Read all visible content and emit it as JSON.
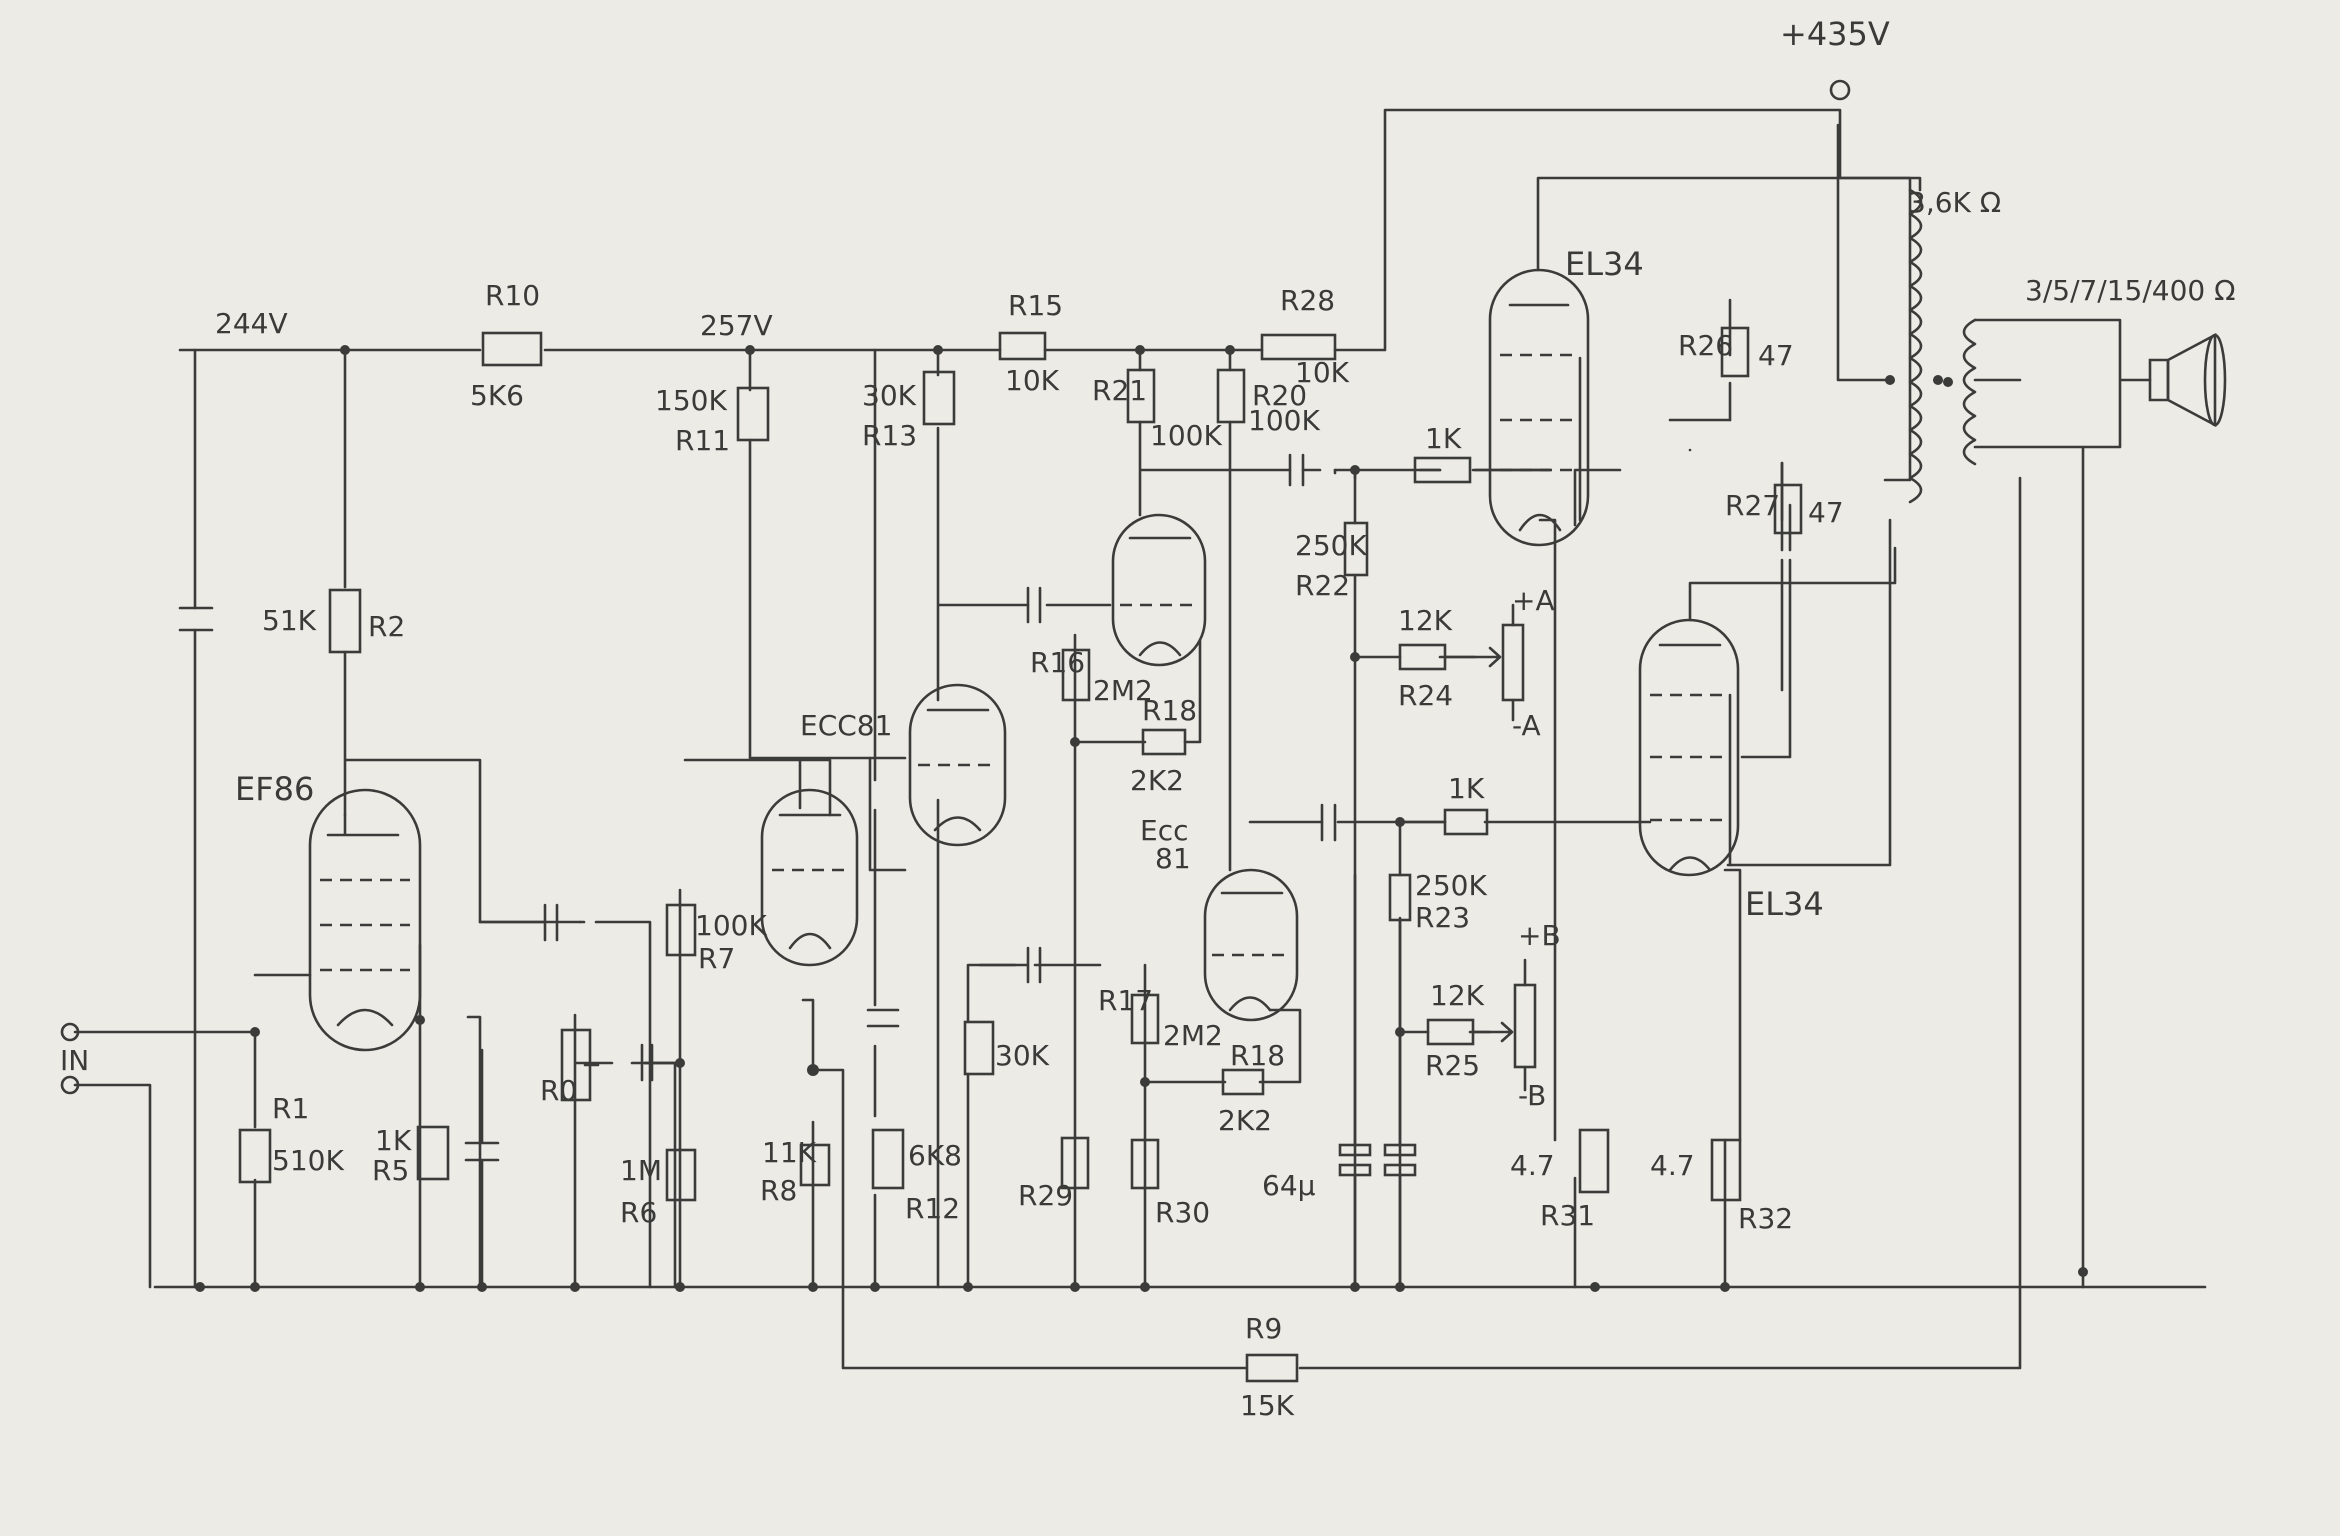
{
  "supply": {
    "hv": "+435V",
    "n244": "244V",
    "n257": "257V"
  },
  "input": {
    "label": "IN"
  },
  "tubes": {
    "ef86": "EF86",
    "ecc81_a": "ECC81",
    "ecc81_b": "Ecc",
    "ecc81_b_num": "81",
    "el34_top": "EL34",
    "el34_bot": "EL34"
  },
  "resistors": {
    "r10": {
      "ref": "R10",
      "value": "5K6"
    },
    "r2": {
      "ref": "R2",
      "value": "51K"
    },
    "r1": {
      "ref": "R1",
      "value": "510K"
    },
    "r5": {
      "ref": "R5",
      "value": "1K"
    },
    "r0": {
      "ref": "R0"
    },
    "r11": {
      "ref": "R11",
      "value": "150K"
    },
    "r7": {
      "ref": "R7",
      "value": "100K"
    },
    "r6": {
      "ref": "R6",
      "value": "1M"
    },
    "r8": {
      "ref": "R8",
      "value": "11K"
    },
    "r13": {
      "ref": "R13",
      "value": "30K"
    },
    "r12": {
      "ref": "R12",
      "value": "6K8"
    },
    "r14": {
      "value": "30K"
    },
    "r15": {
      "ref": "R15",
      "value": "10K"
    },
    "r16": {
      "ref": "R16",
      "value": "2M2"
    },
    "r18a": {
      "ref": "R18",
      "value": "2K2"
    },
    "r17": {
      "ref": "R17",
      "value": "2M2"
    },
    "r18b": {
      "ref": "R18",
      "value": "2K2"
    },
    "r29": {
      "ref": "R29"
    },
    "r30": {
      "ref": "R30"
    },
    "r21": {
      "ref": "R21",
      "value": "100K"
    },
    "r20": {
      "ref": "R20",
      "value": "100K"
    },
    "r28": {
      "ref": "R28",
      "value": "10K"
    },
    "r22": {
      "ref": "R22",
      "value": "250K"
    },
    "r24": {
      "ref": "R24",
      "value": "12K"
    },
    "r23": {
      "ref": "R23",
      "value": "250K"
    },
    "r25": {
      "ref": "R25",
      "value": "12K"
    },
    "g1a": {
      "value": "1K"
    },
    "g1b": {
      "value": "1K"
    },
    "r26": {
      "ref": "R26",
      "value": "47"
    },
    "r27": {
      "ref": "R27",
      "value": "47"
    },
    "r31": {
      "ref": "R31",
      "value": "4.7"
    },
    "r32": {
      "ref": "R32",
      "value": "4.7"
    },
    "r9": {
      "ref": "R9",
      "value": "15K"
    }
  },
  "bias": {
    "pa": "+A",
    "ma": "-A",
    "pb": "+B",
    "mb": "-B"
  },
  "caps": {
    "elko": "64µ"
  },
  "transformer": {
    "primary": "3,6K Ω",
    "secondary": "3/5/7/15/400 Ω"
  }
}
